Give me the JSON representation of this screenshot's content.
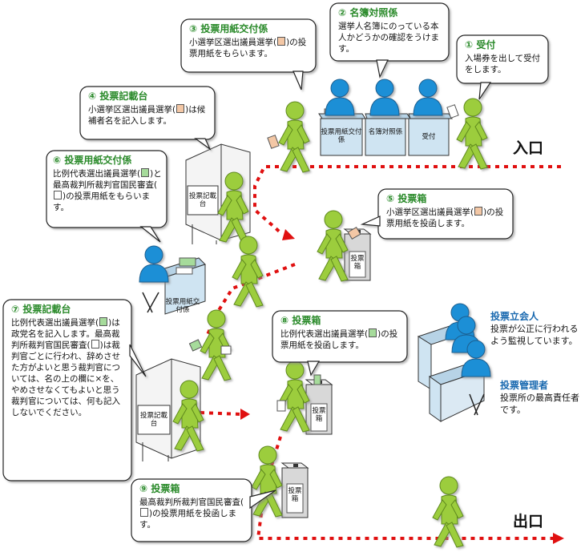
{
  "labels": {
    "entrance": "入口",
    "exit": "出口"
  },
  "steps": [
    {
      "num": "①",
      "title": "受付",
      "pre": "入場券を出して受付をします。",
      "swatch": "",
      "post": ""
    },
    {
      "num": "②",
      "title": "名簿対照係",
      "pre": "選挙人名簿にのっている本人かどうかの確認をうけます。",
      "swatch": "",
      "post": ""
    },
    {
      "num": "③",
      "title": "投票用紙交付係",
      "pre": "小選挙区選出議員選挙(",
      "swatch": "orange",
      "post": ")の投票用紙をもらいます。"
    },
    {
      "num": "④",
      "title": "投票記載台",
      "pre": "小選挙区選出議員選挙(",
      "swatch": "orange",
      "post": ")は候補者名を記入します。"
    },
    {
      "num": "⑤",
      "title": "投票箱",
      "pre": "小選挙区選出議員選挙(",
      "swatch": "orange",
      "post": ")の投票用紙を投函します。"
    },
    {
      "num": "⑥",
      "title": "投票用紙交付係",
      "pre": "比例代表選出議員選挙(",
      "swatch": "green",
      "mid": ")と最高裁判所裁判官国民審査(",
      "swatch2": "white",
      "post": ")の投票用紙をもらいます。"
    },
    {
      "num": "⑦",
      "title": "投票記載台",
      "pre": "比例代表選出議員選挙(",
      "swatch": "green",
      "mid": ")は政党名を記入します。最高裁判所裁判官国民審査(",
      "swatch2": "white",
      "post": ")は裁判官ごとに行われ、辞めさせた方がよいと思う裁判官については、名の上の欄に×を、やめさせなくてもよいと思う裁判官については、何も記入しないでください。"
    },
    {
      "num": "⑧",
      "title": "投票箱",
      "pre": "比例代表選出議員選挙(",
      "swatch": "green",
      "post": ")の投票用紙を投函します。"
    },
    {
      "num": "⑨",
      "title": "投票箱",
      "pre": "最高裁判所裁判官国民審査(",
      "swatch": "white",
      "post": ")の投票用紙を投函します。"
    }
  ],
  "desks": {
    "reception": "受付",
    "roll_check": "名簿対照係",
    "issue_1": "投票用紙交付係",
    "issue_2": "投票用紙交付係",
    "booth_1": "投票記載台",
    "booth_2": "投票記載台",
    "box": "投票箱"
  },
  "roles": {
    "witness_title": "投票立会人",
    "witness_desc": "投票が公正に行われるよう監視しています。",
    "manager_title": "投票管理者",
    "manager_desc": "投票所の最高責任者です。"
  },
  "colors": {
    "person_green": "#9ccd3c",
    "official_blue": "#1f8fd6",
    "route_red": "#e01010",
    "desk_blue": "#cfe4f2",
    "box_gray": "#d8d8d8",
    "ballot_orange": "#f3c7a5",
    "ballot_green": "#a6db9b"
  }
}
